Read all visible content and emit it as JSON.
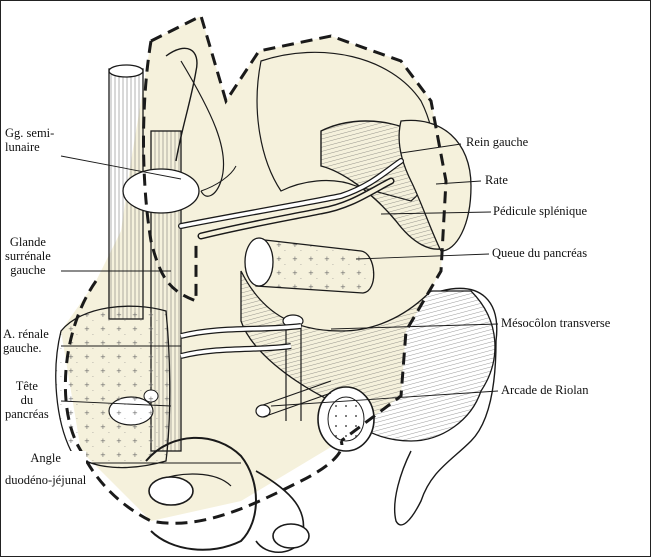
{
  "labels": {
    "gg_semi_1": "Gg. semi-",
    "gg_semi_2": "lunaire",
    "glande_1": "Glande",
    "glande_2": "surrénale",
    "glande_3": "gauche",
    "renale_1": "A. rénale",
    "renale_2": "gauche.",
    "tete_1": "Tête",
    "tete_2": "du",
    "tete_3": "pancréas",
    "angle_1": "Angle",
    "angle_2": "duodéno-jéjunal",
    "rein": "Rein gauche",
    "rate": "Rate",
    "pedicule": "Pédicule splénique",
    "queue": "Queue du pancréas",
    "mesocolon": "Mésocôlon transverse",
    "arcade": "Arcade de Riolan"
  },
  "colors": {
    "ink": "#1a1a1a",
    "tint": "#f5f1dc",
    "background": "#ffffff"
  }
}
